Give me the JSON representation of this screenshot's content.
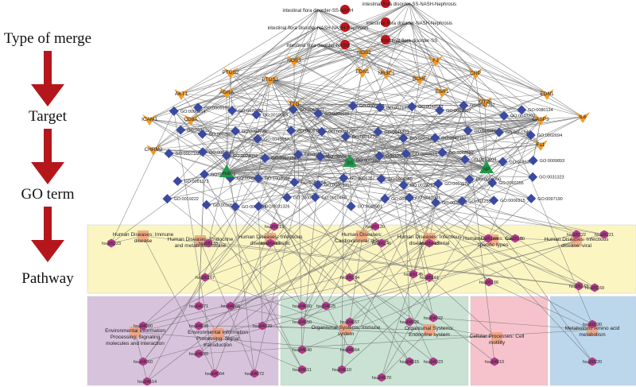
{
  "stages": [
    {
      "label": "Type of merge"
    },
    {
      "label": "Target"
    },
    {
      "label": "GO term"
    },
    {
      "label": "Pathway"
    }
  ],
  "colors": {
    "merge": "#c0151b",
    "target": "#f39a24",
    "go": "#3b4aa0",
    "hub": "#1f9a4a",
    "pathway": "#b23a8a",
    "category_node": "#f2a07a",
    "edge": "#6f6f6f",
    "arrow": "#b5161c",
    "region_disease": "#fbf5c2",
    "region_env": "#d8c3dc",
    "region_org": "#c9e2d3",
    "region_cell": "#f6c3cc",
    "region_met": "#bcd7ec"
  },
  "merge_nodes": [
    {
      "label": "intestinal flora disorder-SS-NASH"
    },
    {
      "label": "intestinal flora disorder-SS-NASH-Nephrosis"
    },
    {
      "label": "intestinal flora disorder-NASH-NASH-Nephrosis"
    },
    {
      "label": "intestinal flora disorder-NASH-Nephrosis"
    },
    {
      "label": "intestinal flora disorder-NASH"
    },
    {
      "label": "intestinal flora disorder-SS"
    }
  ],
  "targets": [
    "NOS2",
    "NOS3",
    "PTGS2",
    "PTGS1",
    "F2",
    "BCHE",
    "CRP",
    "AKT1",
    "ADRA",
    "ESR1",
    "TTG",
    "NR3C1",
    "KIT26",
    "EDN1",
    "ICAM1",
    "CD8A",
    "CHRM2",
    "CASP3",
    "IL6",
    "EDN1",
    "F11"
  ],
  "hubs": [
    "Hub",
    "SS",
    "NP"
  ],
  "go_terms": [
    "GO:0006954",
    "GO:0006950",
    "GO:0070887",
    "GO:0010033",
    "GO:0042221",
    "GO:0009605",
    "GO:0006952",
    "GO:0071310",
    "GO:0048583",
    "GO:0009607",
    "GO:0051707",
    "GO:0043207",
    "GO:0080134",
    "GO:0032101",
    "GO:0002682",
    "GO:0050776",
    "GO:0045087",
    "GO:0006955",
    "GO:0002376",
    "GO:0001775",
    "GO:0045321",
    "GO:0046649",
    "GO:0042110",
    "GO:0050863",
    "GO:0051249",
    "GO:0002694",
    "GO:0007166",
    "GO:0007165",
    "GO:0023052",
    "GO:0007154",
    "GO:0051716",
    "GO:0050896",
    "GO:0065007",
    "GO:0050789",
    "GO:0048518",
    "GO:0048522",
    "GO:0010604",
    "GO:0031325",
    "GO:0009893",
    "GO:0051173",
    "GO:0010628",
    "GO:0045893",
    "GO:1903508",
    "GO:0051254",
    "GO:0045935",
    "GO:0006357",
    "GO:0006355",
    "GO:0019219",
    "GO:0051171",
    "GO:0080090",
    "GO:0060255",
    "GO:0031323",
    "GO:0019222",
    "GO:0010556",
    "GO:0009889",
    "GO:0031326",
    "GO:2000112",
    "GO:0010468",
    "GO:0042981",
    "GO:0043067",
    "GO:0010941",
    "GO:0008219",
    "GO:0012501",
    "GO:0006915",
    "GO:0097190"
  ],
  "categories": [
    {
      "label": "Human Diseases: Immune disease"
    },
    {
      "label": "Human Diseases: Endocrine and metabolic disease"
    },
    {
      "label": "Human Diseases: Infectious disease: parasitic"
    },
    {
      "label": "Human Diseases: Cardiovascular disease"
    },
    {
      "label": "Human Diseases: Infectious disease: bacterial"
    },
    {
      "label": "Human Diseases: Cancer: specific types"
    },
    {
      "label": "Human Diseases: Infectious disease: viral"
    },
    {
      "label": "Environmental Information Processing: Signaling molecules and interaction"
    },
    {
      "label": "Environmental Information Processing: Signal transduction"
    },
    {
      "label": "Organismal Systems: Immune system"
    },
    {
      "label": "Organismal Systems: Endocrine system"
    },
    {
      "label": "Cellular Processes: Cell motility"
    },
    {
      "label": "Metabolism: Amino acid metabolism"
    }
  ],
  "pathways": [
    "hsa05323",
    "hsa05133",
    "hsa05418",
    "hsa05146",
    "hsa05418",
    "hsa05144",
    "hsa05130",
    "hsa05222",
    "hsa05221",
    "hsa05167",
    "hsa05164",
    "hsa05161",
    "hsa05166",
    "hsa05163",
    "hsa05169",
    "hsa05213",
    "hsa05120",
    "hsa05145",
    "hsa04080",
    "hsa04060",
    "hsa04514",
    "hsa04371",
    "hsa04066",
    "hsa04630",
    "hsa04370",
    "hsa04020",
    "hsa04064",
    "hsa04072",
    "hsa04660",
    "hsa04625",
    "hsa04650",
    "hsa04657",
    "hsa04640",
    "hsa04664",
    "hsa04611",
    "hsa04610",
    "hsa04670",
    "hsa04926",
    "hsa04922",
    "hsa04915",
    "hsa04923",
    "hsa04810",
    "hsa00330",
    "hsa00220"
  ]
}
